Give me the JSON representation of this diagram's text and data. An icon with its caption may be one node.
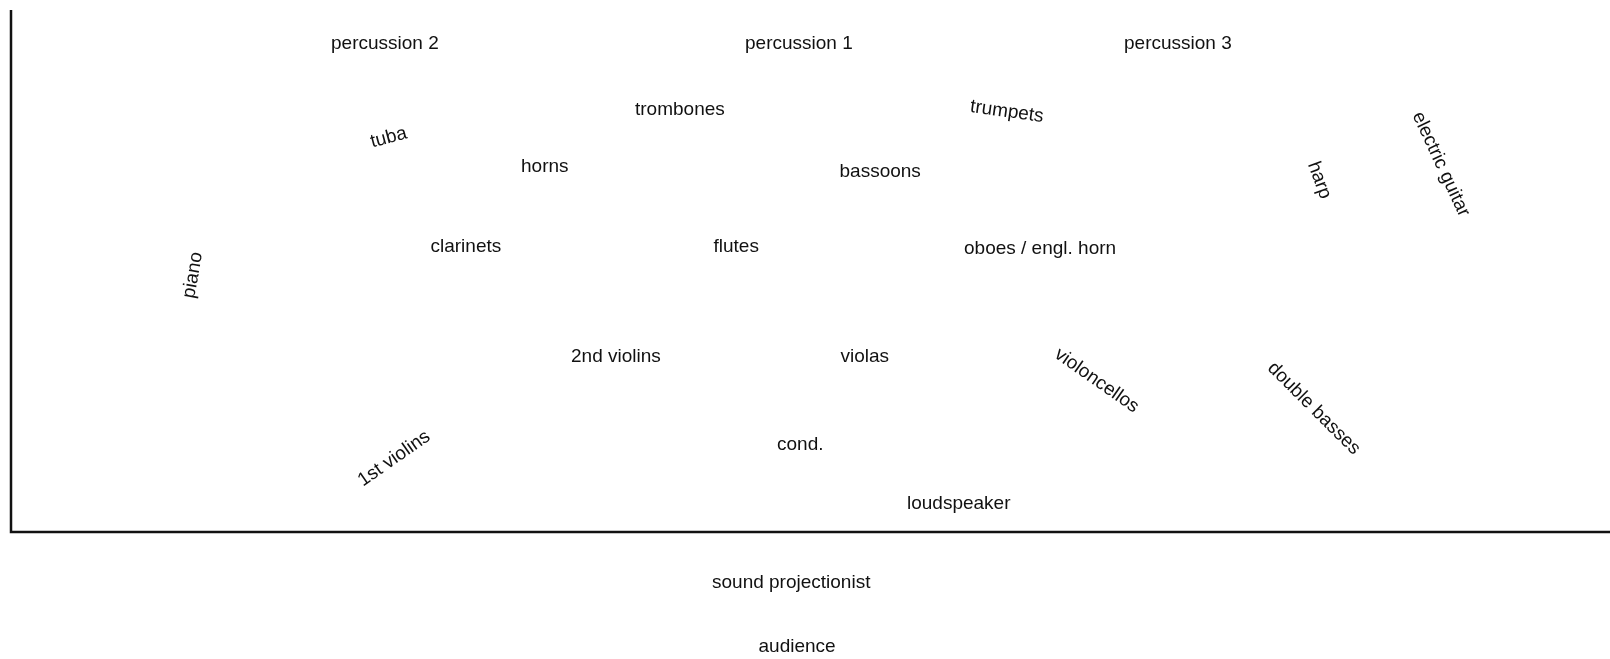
{
  "diagram": {
    "labels": [
      "percussion 2",
      "percussion 1",
      "percussion 3",
      "trombones",
      "trumpets",
      "tuba",
      "electric guitar",
      "horns",
      "bassoons",
      "harp",
      "clarinets",
      "flutes",
      "oboes / engl. horn",
      "piano",
      "2nd violins",
      "violas",
      "violoncellos",
      "double basses",
      "cond.",
      "1st violins",
      "loudspeaker",
      "sound projectionist",
      "audience"
    ]
  }
}
